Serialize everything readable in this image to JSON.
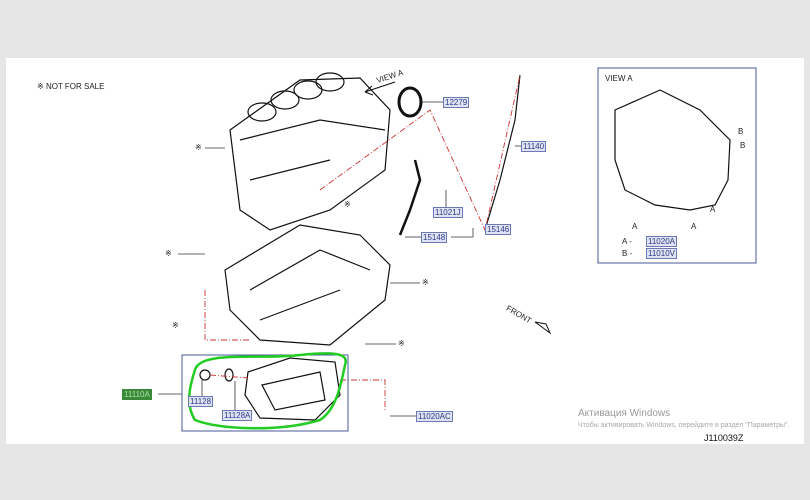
{
  "note": {
    "mark": "※",
    "text": "NOT FOR SALE"
  },
  "view_arrow": "VIEW A",
  "front": "FRONT",
  "parts": {
    "p12279": "12279",
    "p11140": "11140",
    "p11021J": "11021J",
    "p15146": "15146",
    "p15148": "15148",
    "p11128": "11128",
    "p11128A": "11128A",
    "p11020AC": "11020AC",
    "p11110A": "11110A"
  },
  "inset": {
    "title": "VIEW A",
    "a": "A",
    "b": "B",
    "legend": [
      {
        "key": "A -",
        "part": "11020A"
      },
      {
        "key": "B -",
        "part": "11010V"
      }
    ]
  },
  "diagram_code": "J110039Z",
  "watermark": {
    "title": "Активация Windows",
    "body": "Чтобы активировать Windows, перейдите в раздел \"Параметры\"."
  },
  "colors": {
    "highlight": "#22cc22",
    "label": "#2a3a8a",
    "leader": "#cc3333"
  }
}
